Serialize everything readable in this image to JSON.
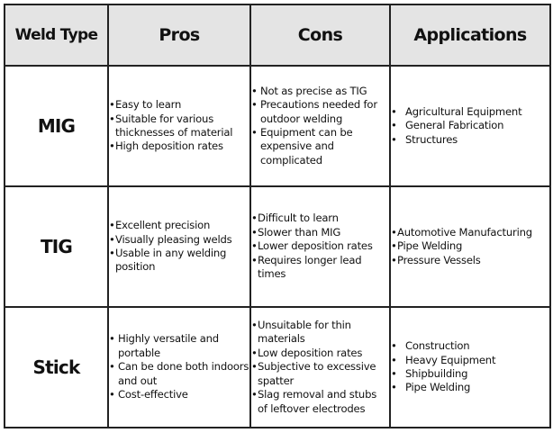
{
  "headers": {
    "type": "Weld Type",
    "pros": "Pros",
    "cons": "Cons",
    "applications": "Applications"
  },
  "rows": [
    {
      "type": "MIG",
      "pros": [
        "Easy to learn",
        "Suitable for various thicknesses of material",
        "High deposition rates"
      ],
      "cons": [
        "Not as precise as TIG",
        "Precautions needed for outdoor welding",
        "Equipment can be expensive and complicated"
      ],
      "applications": [
        "Agricultural Equipment",
        "General Fabrication",
        "Structures"
      ]
    },
    {
      "type": "TIG",
      "pros": [
        "Excellent precision",
        "Visually pleasing welds",
        "Usable in any welding position"
      ],
      "cons": [
        "Difficult to learn",
        "Slower than MIG",
        "Lower deposition rates",
        "Requires longer lead times"
      ],
      "applications": [
        "Automotive Manufacturing",
        "Pipe Welding",
        "Pressure Vessels"
      ]
    },
    {
      "type": "Stick",
      "pros": [
        "Highly versatile and portable",
        "Can be done both indoors and out",
        "Cost-effective"
      ],
      "cons": [
        "Unsuitable for thin materials",
        "Low deposition rates",
        "Subjective to excessive spatter",
        "Slag removal and stubs of leftover electrodes"
      ],
      "applications": [
        "Construction",
        "Heavy Equipment",
        "Shipbuilding",
        "Pipe Welding"
      ]
    }
  ]
}
